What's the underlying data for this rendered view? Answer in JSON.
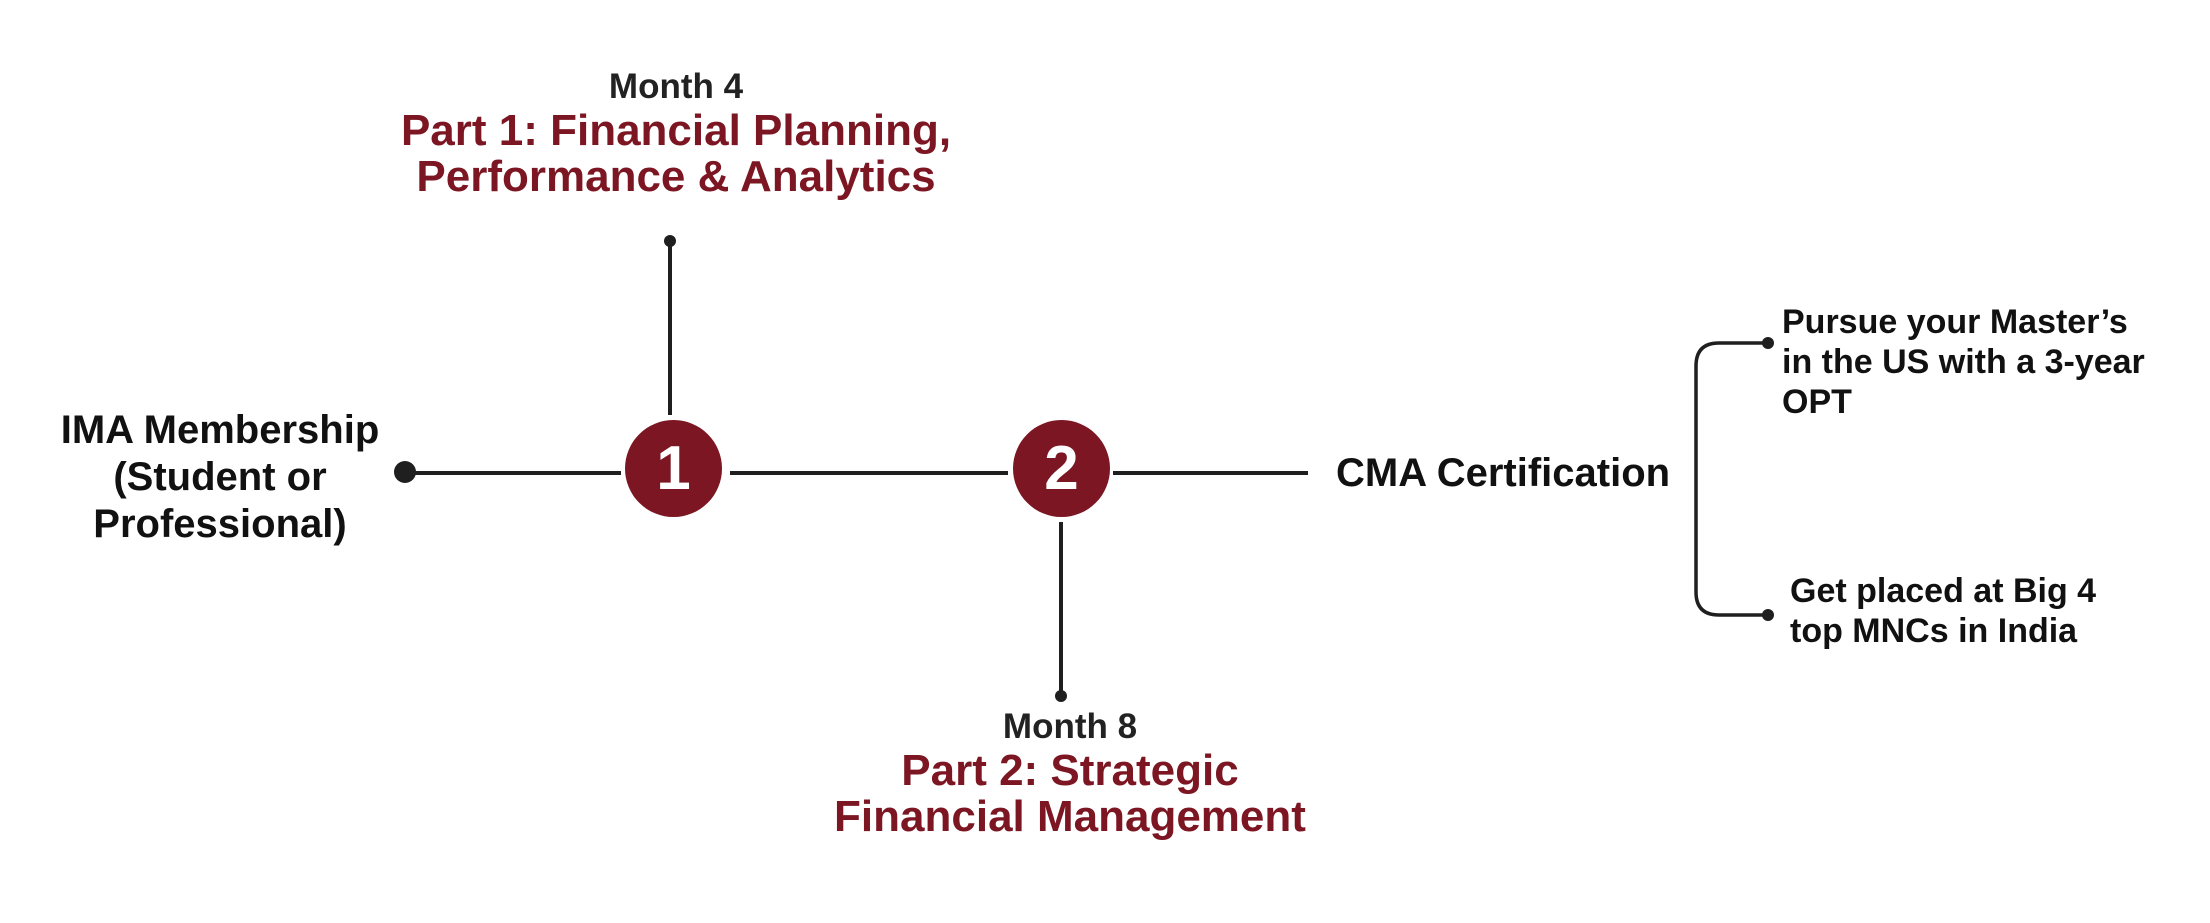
{
  "colors": {
    "accent": "#7b1622",
    "line": "#1f1f1f",
    "text": "#111111"
  },
  "start": {
    "lines": [
      "IMA Membership",
      "(Student or",
      "Professional)"
    ]
  },
  "steps": [
    {
      "number": "1",
      "month": "Month 4",
      "title_lines": [
        "Part 1: Financial Planning,",
        "Performance & Analytics"
      ]
    },
    {
      "number": "2",
      "month": "Month 8",
      "title_lines": [
        "Part 2: Strategic",
        "Financial Management"
      ]
    }
  ],
  "certification": {
    "label": "CMA Certification"
  },
  "outcomes": [
    {
      "lines": [
        "Pursue your Master’s",
        "in the US with a 3-year",
        "OPT"
      ]
    },
    {
      "lines": [
        "Get placed at Big 4",
        "top MNCs in India"
      ]
    }
  ]
}
